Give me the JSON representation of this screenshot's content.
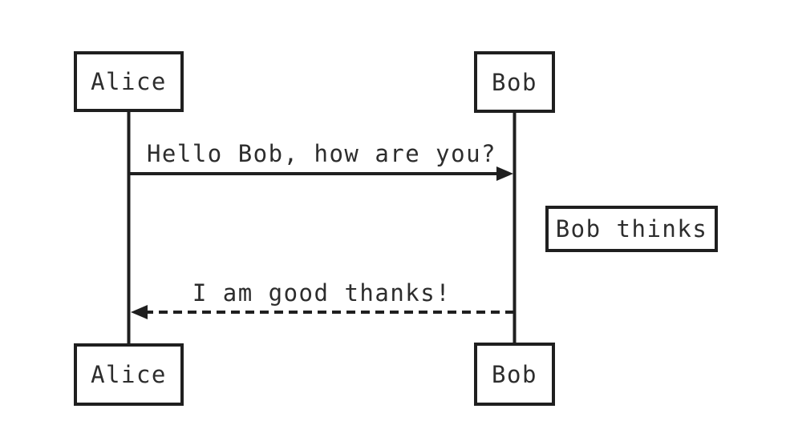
{
  "diagram": {
    "kind": "sequence-diagram",
    "actors": [
      {
        "label": "Alice"
      },
      {
        "label": "Bob"
      }
    ],
    "messages": [
      {
        "from": "Alice",
        "to": "Bob",
        "text": "Hello Bob, how are you?",
        "line_style": "solid"
      },
      {
        "from": "Bob",
        "to": "Alice",
        "text": "I am good thanks!",
        "line_style": "dashed"
      }
    ],
    "note": {
      "text": "Bob thinks",
      "position": "right of Bob"
    }
  },
  "colors": {
    "stroke": "#1f1f1f",
    "text": "#2d2d2d",
    "background": "#ffffff"
  }
}
